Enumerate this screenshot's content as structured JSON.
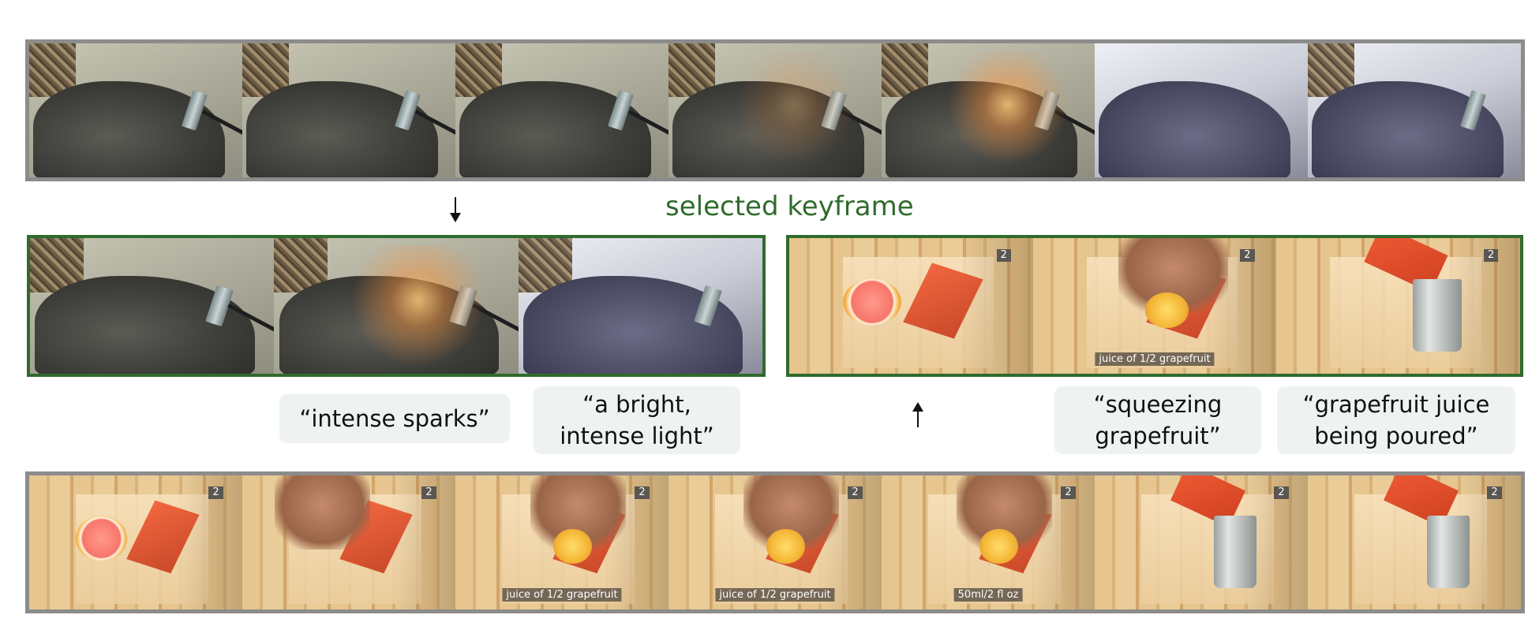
{
  "keyframe_label": "selected keyframe",
  "badge_number": "2",
  "captions": {
    "juice": "juice of 1/2 grapefruit",
    "measure": "50ml/2 fl oz"
  },
  "descriptions": {
    "sparks": "“intense sparks”",
    "light": "“a bright, intense light”",
    "squeezing": "“squeezing grapefruit”",
    "poured": "“grapefruit juice being poured”"
  },
  "colors": {
    "keyframe_green": "#2f6b2c",
    "strip_gray": "#8c8c8c",
    "pill_bg": "#eef3f1"
  }
}
